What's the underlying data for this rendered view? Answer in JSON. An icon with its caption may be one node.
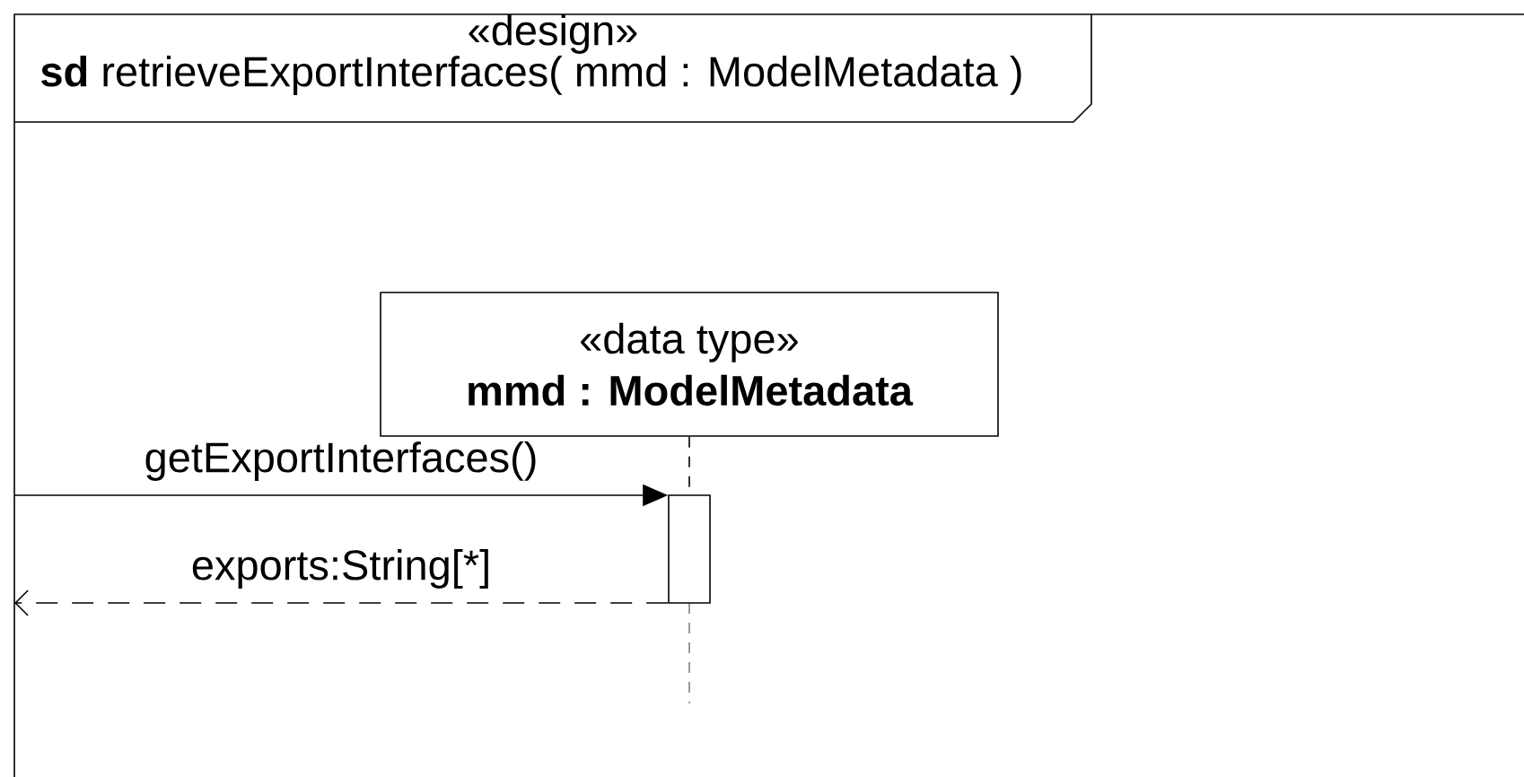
{
  "diagram": {
    "nodes": [
      {
        "text": [
          "«design»",
          "**sd** retrieveExportInterfaces( mmd : ModelMetadata )"
        ]
      },
      {
        "text": [
          "«data type»",
          "mmd : ModelMetadata"
        ],
        "in": 0
      },
      {
        "text": [],
        "shape": "bar",
        "in": 0
      }
    ],
    "edges": [
      {
        "from": null,
        "to": 2,
        "arrow": "to",
        "label": "getExportInterfaces()"
      },
      {
        "from": 2,
        "to": null,
        "arrow": "to",
        "style": "dashed",
        "label": "exports:String[*]"
      },
      {
        "from": 1,
        "to": 2,
        "arrow": "none",
        "style": "dashed"
      }
    ]
  }
}
